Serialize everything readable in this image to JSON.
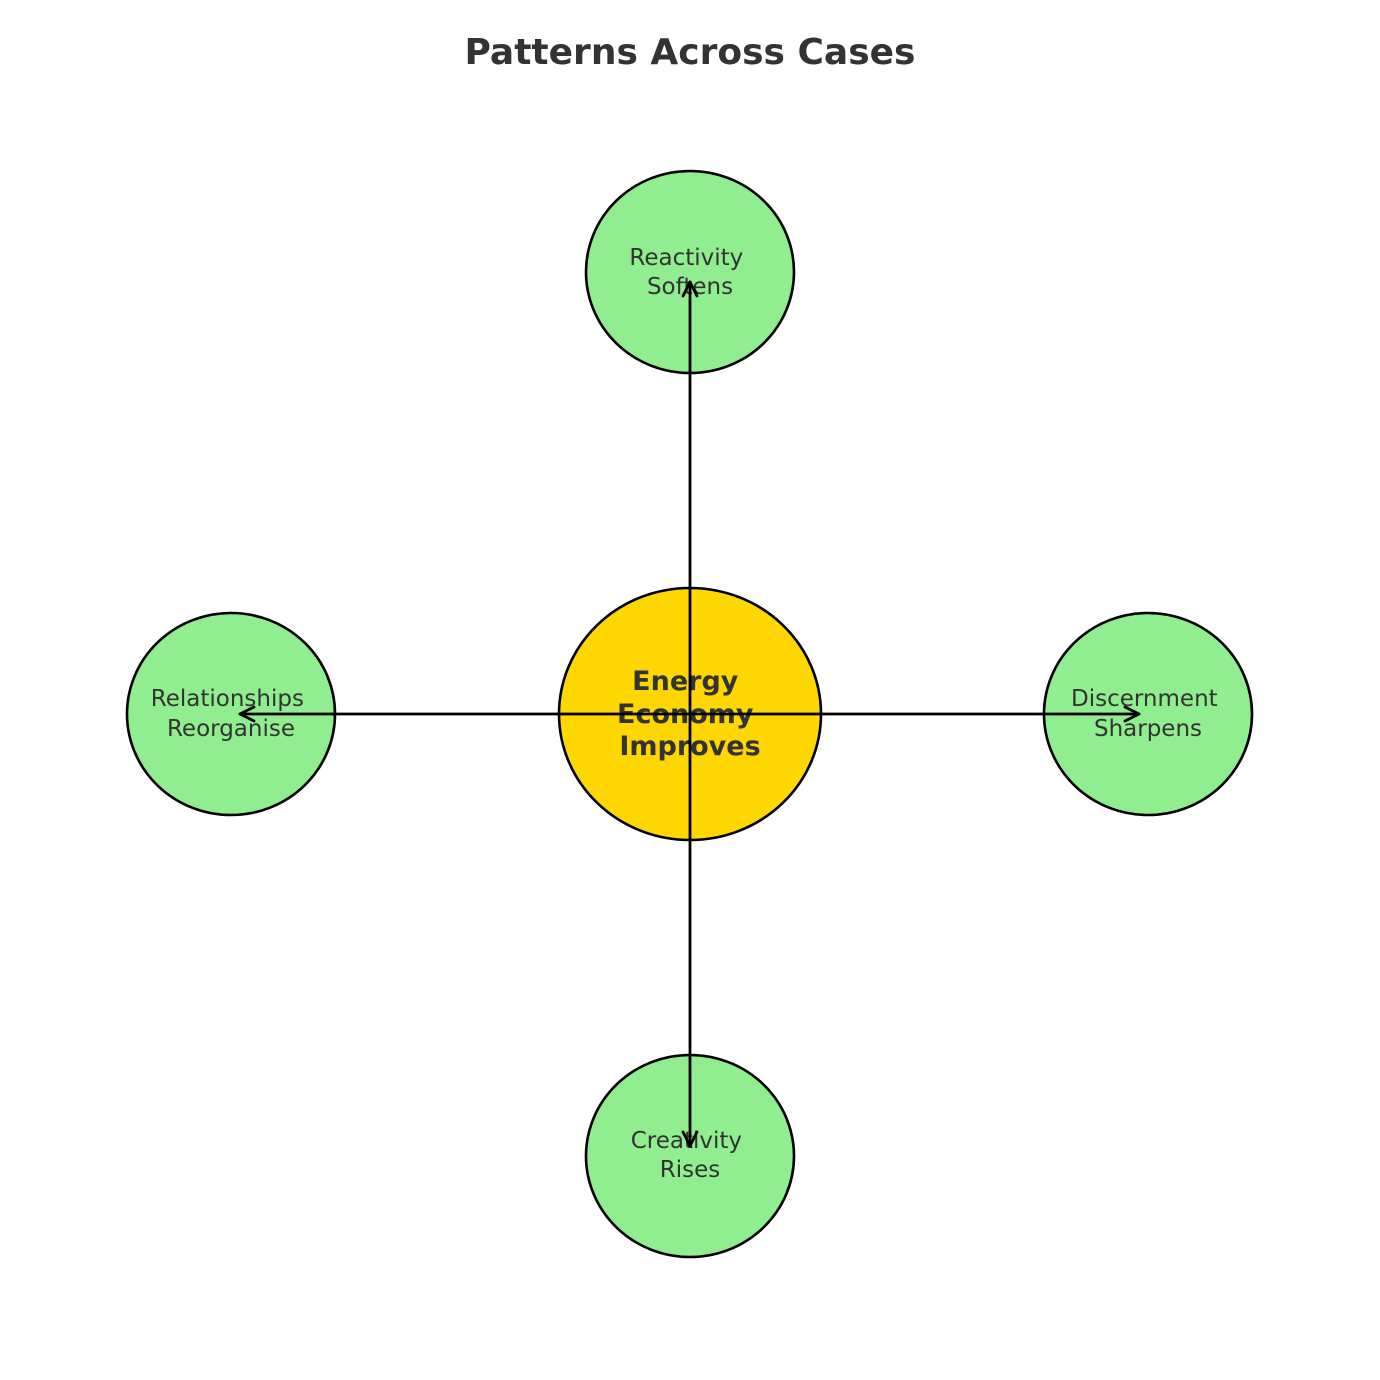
{
  "title": "Patterns Across Cases",
  "colors": {
    "center_fill": "#FFD700",
    "outer_fill": "#90EE90",
    "stroke": "#000000",
    "text": "#333333"
  },
  "center": {
    "lines": [
      "Energy",
      "Economy",
      "Improves"
    ]
  },
  "outer_nodes": {
    "top": {
      "lines": [
        "Reactivity",
        "Softens"
      ]
    },
    "right": {
      "lines": [
        "Discernment",
        "Sharpens"
      ]
    },
    "bottom": {
      "lines": [
        "Creativity",
        "Rises"
      ]
    },
    "left": {
      "lines": [
        "Relationships",
        "Reorganise"
      ]
    }
  }
}
